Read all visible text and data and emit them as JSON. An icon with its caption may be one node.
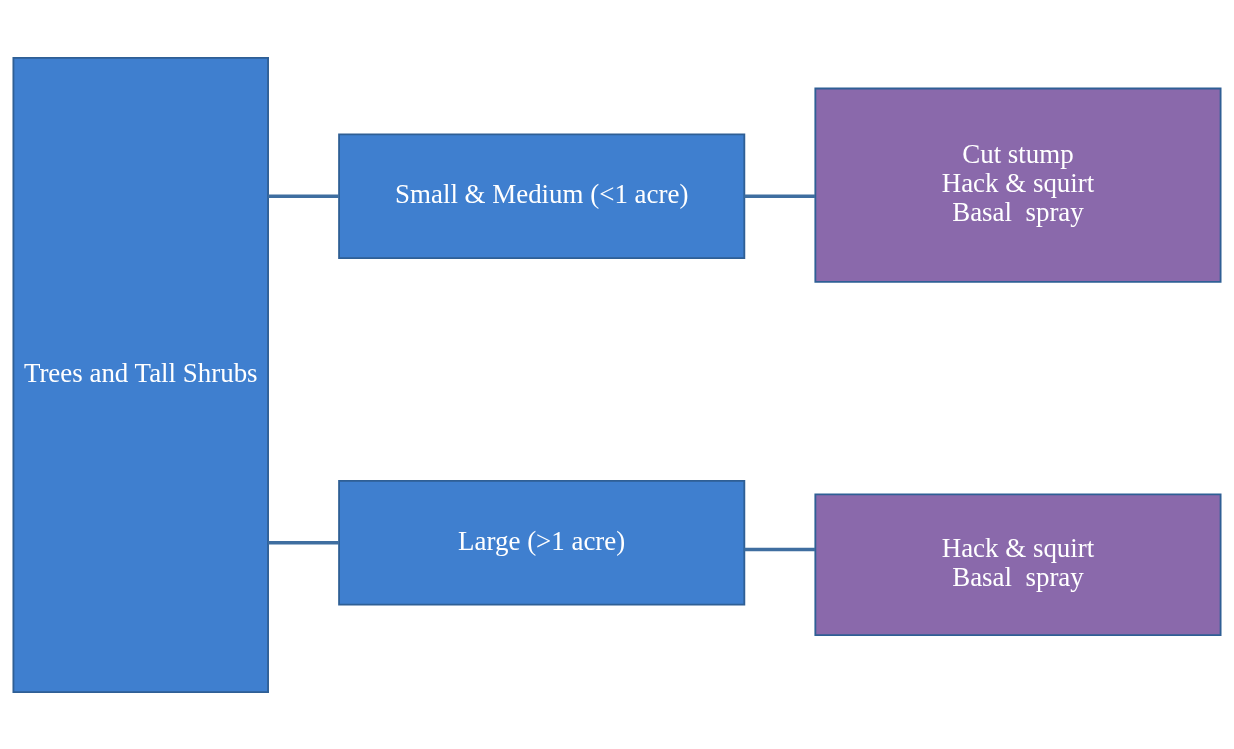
{
  "diagram": {
    "nodes": [
      {
        "text": [
          "Trees and Tall Shrubs"
        ]
      },
      {
        "text": [
          "Small & Medium (<1 acre)"
        ]
      },
      {
        "text": [
          "Large (>1 acre)"
        ]
      },
      {
        "text": [
          "Cut stump",
          "Hack & squirt",
          "Basal  spray"
        ]
      },
      {
        "text": [
          "Hack & squirt",
          "Basal  spray"
        ]
      }
    ],
    "edges": [
      {
        "from": 0,
        "to": 1,
        "arrow": "none"
      },
      {
        "from": 0,
        "to": 2,
        "arrow": "none"
      },
      {
        "from": 1,
        "to": 3,
        "arrow": "none"
      },
      {
        "from": 2,
        "to": 4,
        "arrow": "none"
      }
    ]
  }
}
